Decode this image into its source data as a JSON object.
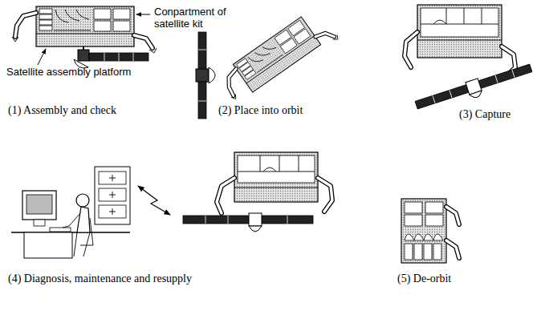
{
  "diagram": {
    "labels": [
      "Conpartment of satellite kit",
      "Satellite assembly platform",
      "(1) Assembly and check",
      "(2) Place into orbit",
      "(3) Capture",
      "(4) Diagnosis, maintenance and resupply",
      "(5) De-orbit"
    ]
  }
}
